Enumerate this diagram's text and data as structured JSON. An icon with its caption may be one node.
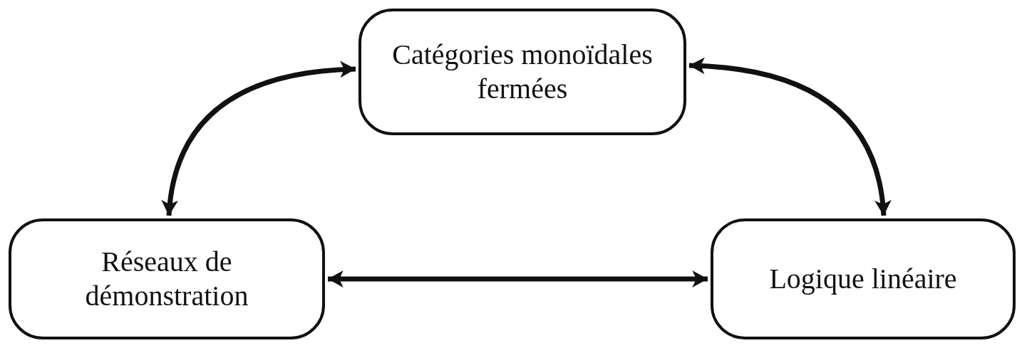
{
  "diagram": {
    "nodes": [
      {
        "text": [
          "Catégories monoïdales fermées"
        ]
      },
      {
        "text": [
          "Réseaux de démonstration"
        ]
      },
      {
        "text": [
          "Logique linéaire"
        ]
      }
    ],
    "edges": [
      {
        "from": 0,
        "to": 1,
        "arrow": "both"
      },
      {
        "from": 0,
        "to": 2,
        "arrow": "both"
      },
      {
        "from": 1,
        "to": 2,
        "arrow": "both"
      }
    ]
  }
}
